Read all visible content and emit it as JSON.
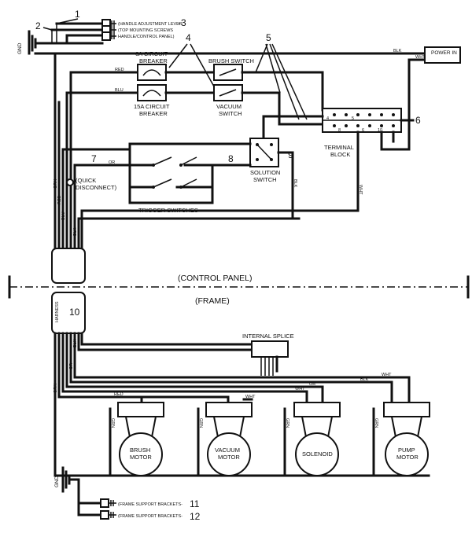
{
  "callouts": {
    "n1": "1",
    "n2": "2",
    "n3": "-3",
    "n4": "4",
    "n5": "5",
    "n6": "6",
    "n7": "7",
    "n8": "8",
    "n9": "9",
    "n10": "10",
    "n11": "11",
    "n12": "12"
  },
  "labels": {
    "handle_adjust": "(HANDLE ADJUSTMENT LEVER",
    "top_screws": "(TOP MOUNTING SCREWS",
    "handle_panel": "HANDLE/CONTROL PANEL)",
    "gnd": "GND",
    "power_in": "POWER IN",
    "cb6_line1": "6A CIRCUIT",
    "cb6_line2": "BREAKER",
    "cb15_line1": "15A CIRCUIT",
    "cb15_line2": "BREAKER",
    "brush_switch": "BRUSH SWITCH",
    "vacuum_line1": "VACUUM",
    "vacuum_line2": "SWITCH",
    "terminal_line1": "TERMINAL",
    "terminal_line2": "BLOCK",
    "solution_line1": "SOLUTION",
    "solution_line2": "SWITCH",
    "quick_line1": "(QUICK",
    "quick_line2": "DISCONNECT)",
    "trigger_switches": "TRIGGER SWITCHES",
    "control_panel": "(CONTROL PANEL)",
    "frame": "(FRAME)",
    "harness": "HARNESS",
    "internal_splice": "INTERNAL SPLICE",
    "frame_bracket_1": "(FRAME SUPPORT BRACKETS-",
    "frame_bracket_2": "(FRAME SUPPORT BRACKETS-"
  },
  "motors": [
    {
      "line1": "BRUSH",
      "line2": "MOTOR"
    },
    {
      "line1": "VACUUM",
      "line2": "MOTOR"
    },
    {
      "line1": "SOLENOID",
      "line2": ""
    },
    {
      "line1": "PUMP",
      "line2": "MOTOR"
    }
  ],
  "wire_colors": {
    "blk": "BLK",
    "wht": "WHT",
    "red": "RED",
    "blu": "BLU",
    "or": "OR",
    "grn": "GRN",
    "brn": "BRN",
    "bwn": "BWN"
  },
  "terminals": [
    "4",
    "5",
    "8",
    "6",
    "10"
  ]
}
